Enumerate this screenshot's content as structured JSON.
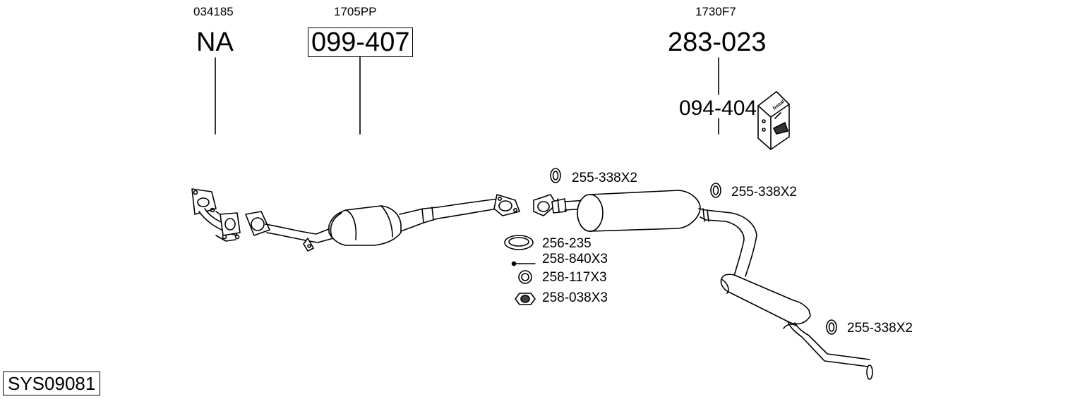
{
  "diagram_id": "SYS09081",
  "sections": [
    {
      "ref_code": "034185",
      "part_number": "NA"
    },
    {
      "ref_code": "1705PP",
      "part_number": "099-407"
    },
    {
      "ref_code": "1730F7",
      "part_number": "283-023",
      "sub_part_number": "094-404",
      "box_brand": "bosal"
    }
  ],
  "hardware": {
    "ring_top": "255-338X2",
    "ring_mid": "255-338X2",
    "ring_rear": "255-338X2",
    "gasket": "256-235",
    "bolt": "258-840X3",
    "washer": "258-117X3",
    "nut": "258-038X3"
  }
}
